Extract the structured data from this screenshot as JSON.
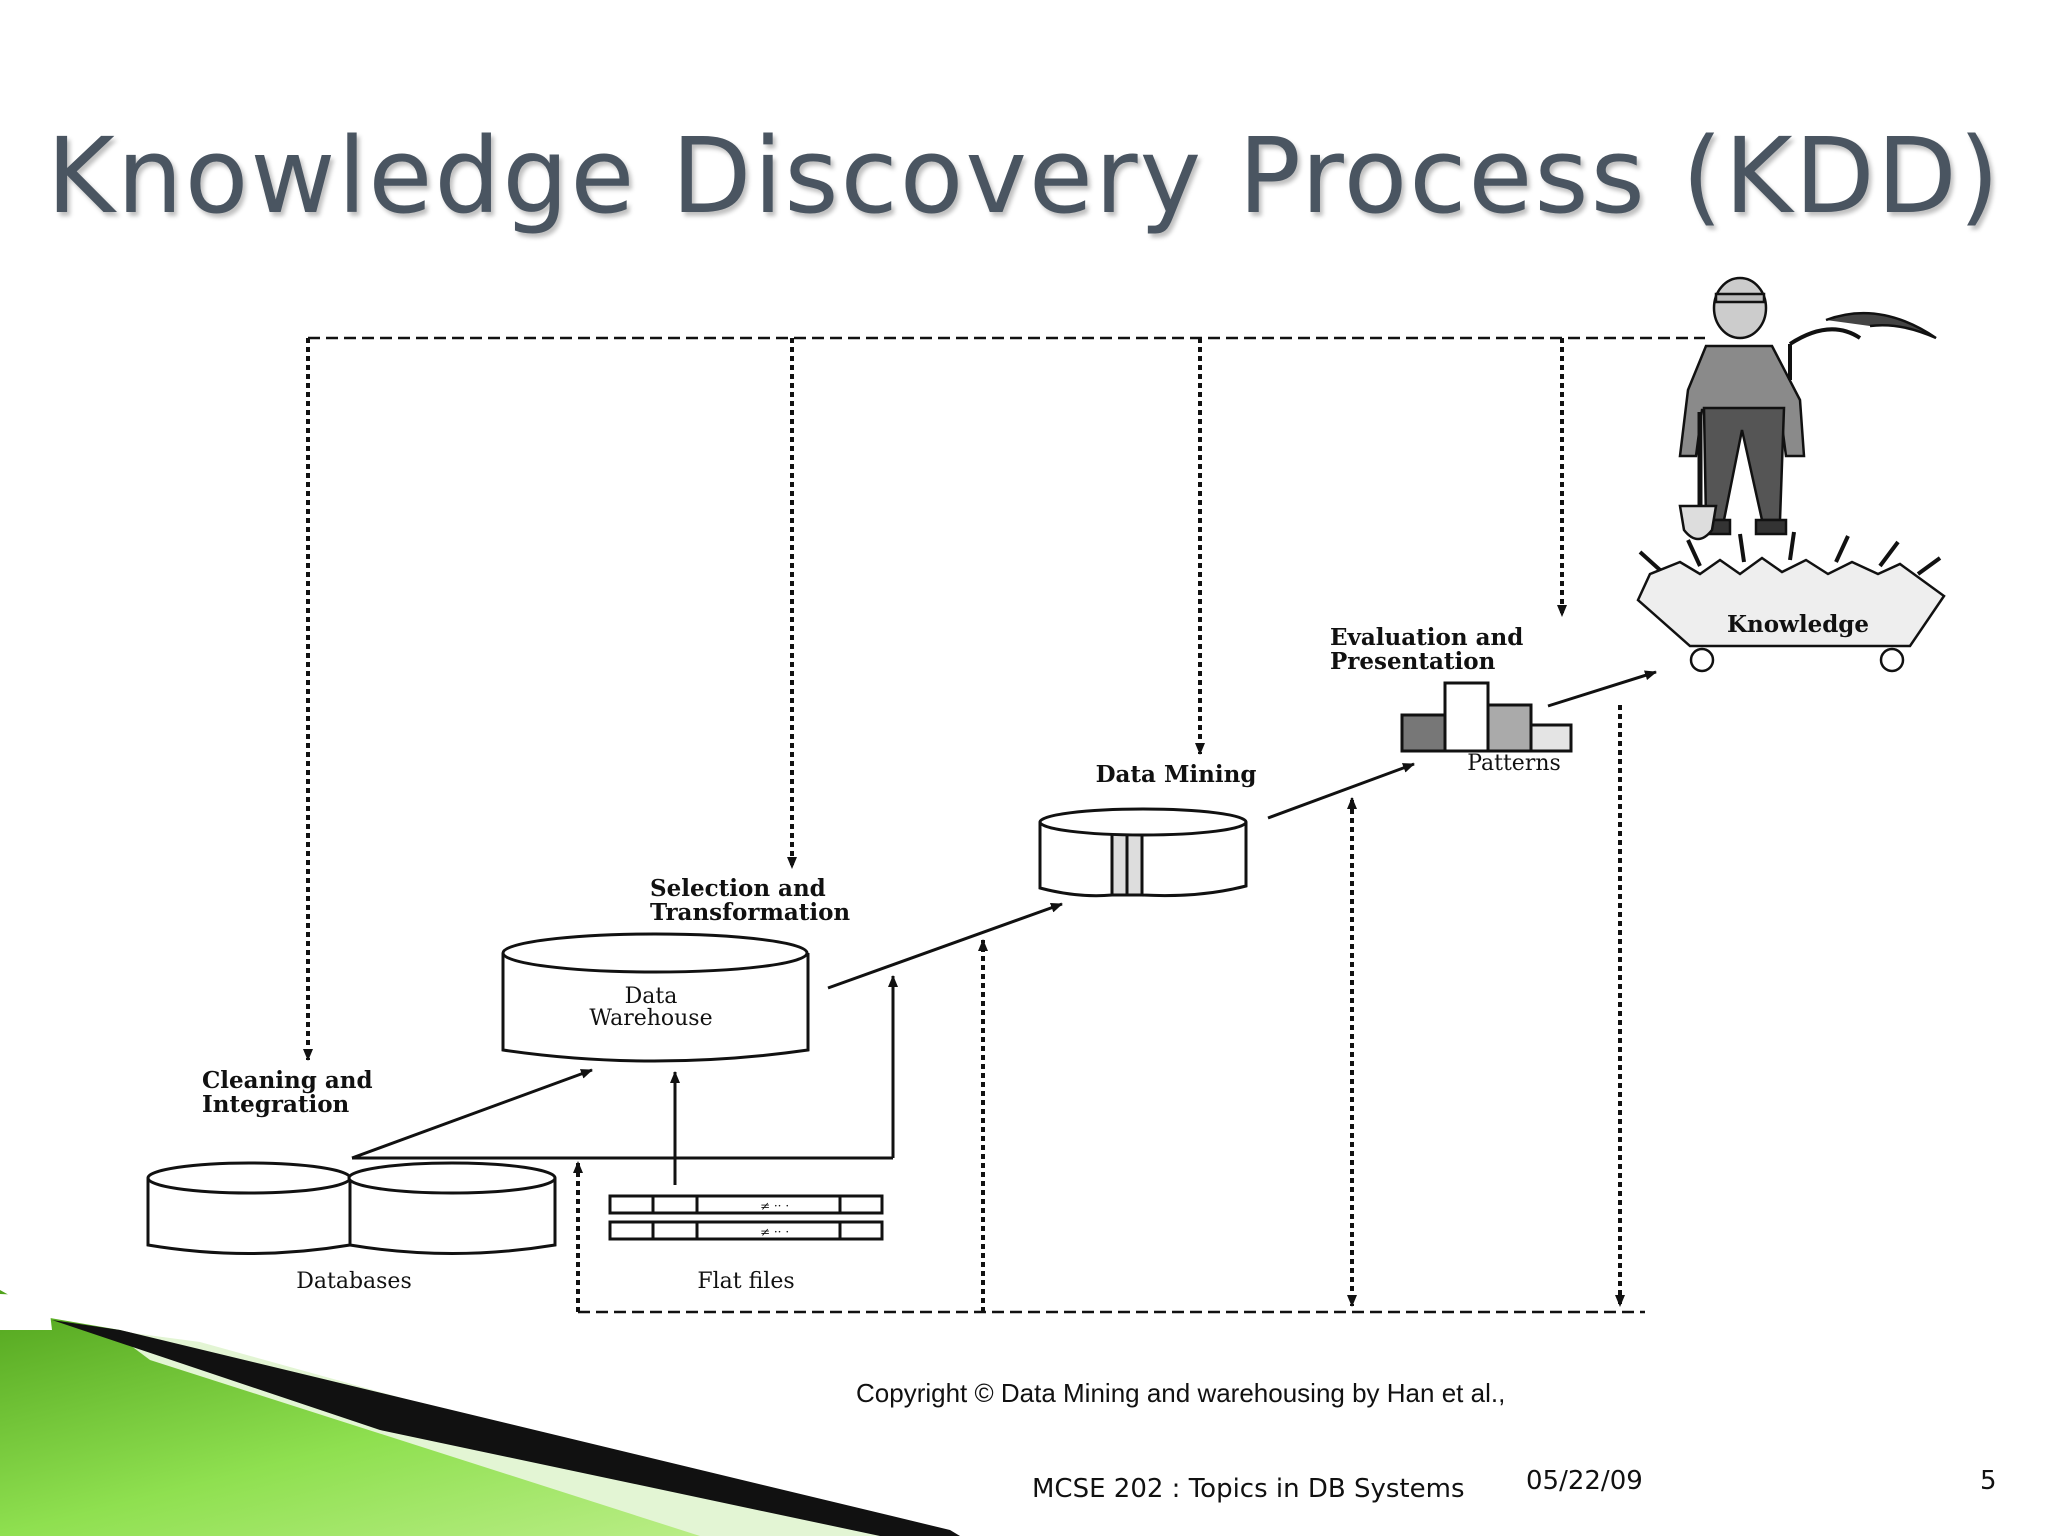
{
  "slide": {
    "title": "Knowledge Discovery Process (KDD)",
    "copyright": "Copyright © Data Mining and warehousing by Han et al.,",
    "footer": {
      "course": "MCSE 202 : Topics in DB Systems",
      "date": "05/22/09",
      "page_number": "5"
    }
  },
  "diagram": {
    "steps": {
      "cleaning": [
        "Cleaning and",
        "Integration"
      ],
      "selection": [
        "Selection and",
        "Transformation"
      ],
      "mining": "Data Mining",
      "evaluation": [
        "Evaluation and",
        "Presentation"
      ]
    },
    "objects": {
      "warehouse": [
        "Data",
        "Warehouse"
      ],
      "databases": "Databases",
      "flat_files": "Flat files",
      "patterns": "Patterns",
      "knowledge": "Knowledge"
    }
  },
  "colors": {
    "title": "#4a5561",
    "accent_green": "#7ed23a",
    "footer_dark": "#111111"
  }
}
